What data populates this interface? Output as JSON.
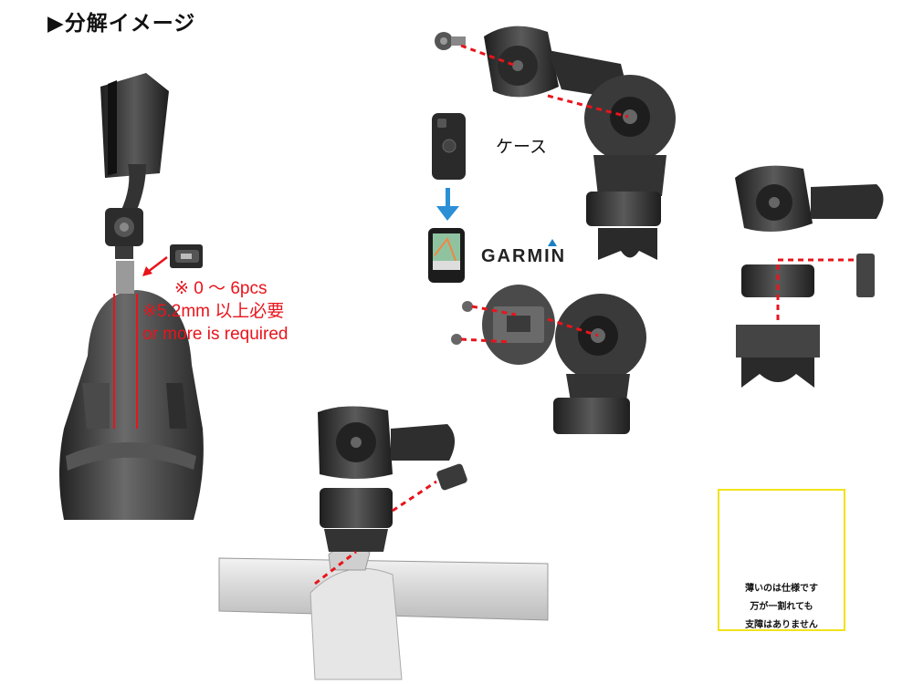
{
  "title": "▶分解イメージ",
  "spacer_note": {
    "line1": "※ 0 ～ 6pcs",
    "line2": "※5.2mm 以上必要",
    "line3": "or more is required"
  },
  "case_label": "ケース",
  "brand_logo": "GARMIN",
  "warning_box": {
    "line1": "薄いのは仕様です",
    "line2": "万が一割れても",
    "line3": "支障はありません"
  },
  "colors": {
    "accent_red": "#e8141c",
    "arrow_blue": "#2b8fd6",
    "warning_border": "#f1e31b",
    "part_dark": "#3a3a3a"
  },
  "icons": [
    "play-triangle-icon",
    "down-arrow-icon",
    "left-arrow-icon"
  ]
}
